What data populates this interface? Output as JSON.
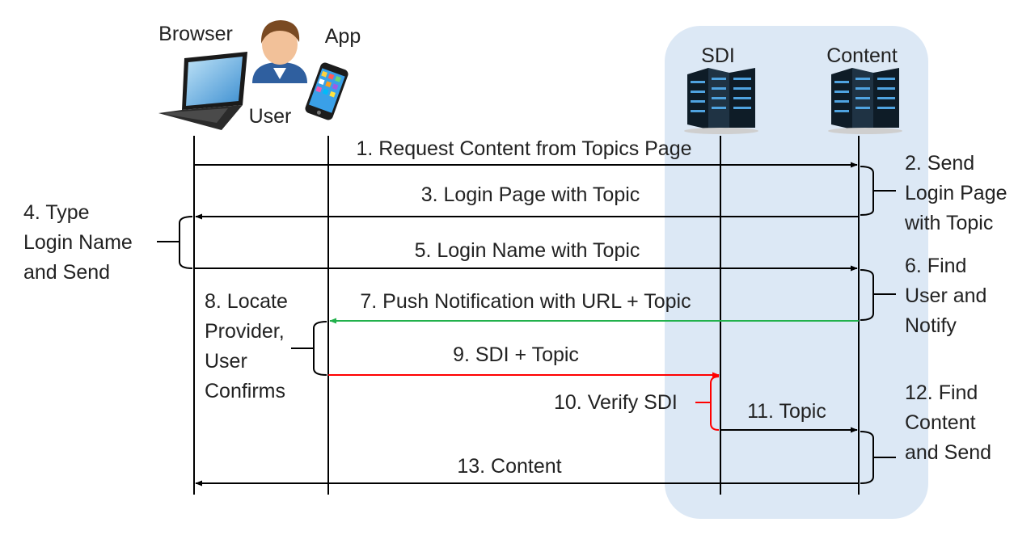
{
  "actors": {
    "browser": "Browser",
    "user": "User",
    "app": "App",
    "sdi": "SDI",
    "content": "Content"
  },
  "messages": {
    "m1": "1. Request Content from Topics Page",
    "m3": "3. Login Page with Topic",
    "m5": "5. Login Name with Topic",
    "m7": "7. Push Notification with URL + Topic",
    "m9": "9. SDI + Topic",
    "m11": "11. Topic",
    "m13": "13. Content"
  },
  "notes": {
    "n2": [
      "2. Send",
      "Login Page",
      "with Topic"
    ],
    "n4": [
      "4. Type",
      "Login Name",
      "and Send"
    ],
    "n6": [
      "6. Find",
      "User and",
      "Notify"
    ],
    "n8": [
      "8. Locate",
      "Provider,",
      "User",
      "Confirms"
    ],
    "n10": "10. Verify SDI",
    "n12": [
      "12. Find",
      "Content",
      "and Send"
    ]
  },
  "colors": {
    "zone": "#dce8f5",
    "arrow": "#000000",
    "push_arrow": "#22b14c",
    "sdi_arrow": "#ff0000",
    "verify_bracket": "#ff0000"
  },
  "icons": {
    "browser": "laptop-icon",
    "user": "user-avatar-icon",
    "app": "smartphone-icon",
    "sdi": "server-rack-icon",
    "content": "server-rack-icon"
  }
}
